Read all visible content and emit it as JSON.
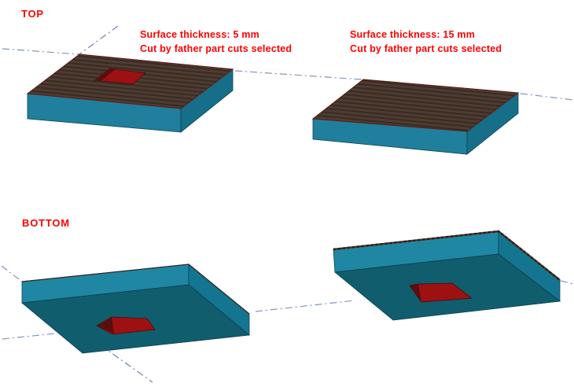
{
  "labels": {
    "top_view": "TOP",
    "bottom_view": "BOTTOM"
  },
  "annotations": [
    {
      "id": "thickness-5mm",
      "lines": [
        "Surface thickness: 5 mm",
        "Cut by father part cuts selected"
      ]
    },
    {
      "id": "thickness-15mm",
      "lines": [
        "Surface thickness: 15 mm",
        "Cut by father part cuts selected"
      ]
    }
  ],
  "plates": [
    {
      "id": "top-left",
      "view": "top",
      "thickness_mm": 5,
      "cut_visible": true
    },
    {
      "id": "top-right",
      "view": "top",
      "thickness_mm": 15,
      "cut_visible": false
    },
    {
      "id": "bottom-left",
      "view": "bottom",
      "thickness_mm": 5,
      "cut_visible": true
    },
    {
      "id": "bottom-right",
      "view": "bottom",
      "thickness_mm": 15,
      "cut_visible": true
    }
  ],
  "colors": {
    "background": "#ffffff",
    "text_red": "#fe0000",
    "teal_front": "#1f7f9c",
    "teal_right": "#176e89",
    "teal_edge": "#0c4455",
    "band_light": "#1f87a3",
    "band_mid": "#147590",
    "bottom_dark": "#105d6e",
    "bottom_edge": "#0a3f4c",
    "top_face_base": "#4e3c32",
    "top_face_stripe": "#352921",
    "maroon_edge": "#641711",
    "hole_bright": "#9d1113",
    "hole_dark": "#5c0d0e",
    "hole_edge": "#450a0b",
    "axis_line": "#8094c6",
    "axis_line_dark": "#6b7fb4",
    "edge_strip_brown": "#4f3227",
    "edge_strip_dash": "#2b1c15",
    "thin_far_edge": "#33271f"
  }
}
